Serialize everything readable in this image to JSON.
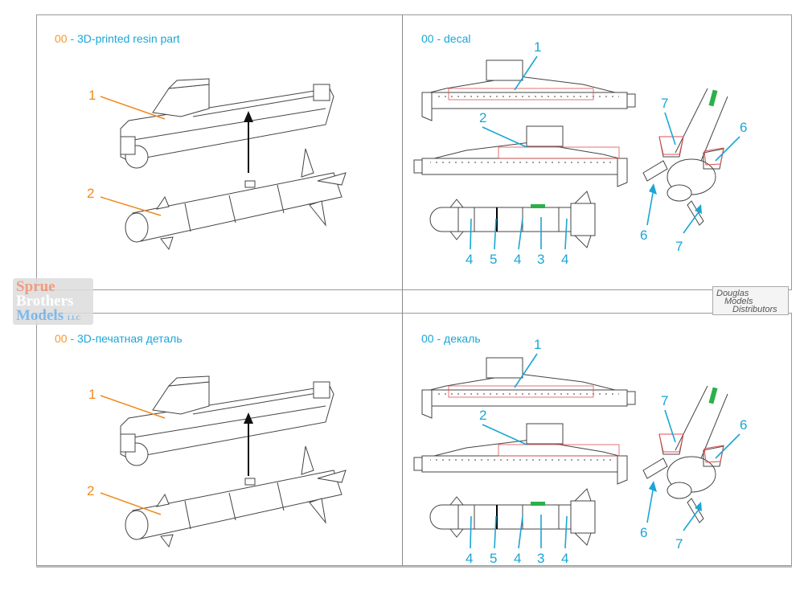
{
  "panels": [
    {
      "id": "resin-en",
      "title_number": "00",
      "title_text": " - 3D-printed resin part",
      "callouts": [
        "1",
        "2"
      ]
    },
    {
      "id": "decal-en",
      "title_number": "00",
      "title_text": " - decal",
      "callouts": [
        "1",
        "2",
        "4",
        "5",
        "4",
        "3",
        "4",
        "7",
        "6",
        "6",
        "7"
      ]
    },
    {
      "id": "resin-ru",
      "title_number": "00",
      "title_text": " - 3D-печатная деталь",
      "callouts": [
        "1",
        "2"
      ]
    },
    {
      "id": "decal-ru",
      "title_number": "00",
      "title_text": " - декаль",
      "callouts": [
        "1",
        "2",
        "4",
        "5",
        "4",
        "3",
        "4",
        "7",
        "6",
        "6",
        "7"
      ]
    }
  ],
  "watermarks": {
    "sprue_brothers": {
      "line1": "Sprue",
      "line2": "Brothers",
      "line3": "Models",
      "suffix": "LLC"
    },
    "douglas": {
      "line1": "Douglas",
      "line2": "Models",
      "line3": "Distributors"
    }
  },
  "colors": {
    "accent_orange": "#f08a1c",
    "accent_blue": "#1aa6d6",
    "decal_red": "#e05050",
    "decal_green": "#2bb04a"
  }
}
